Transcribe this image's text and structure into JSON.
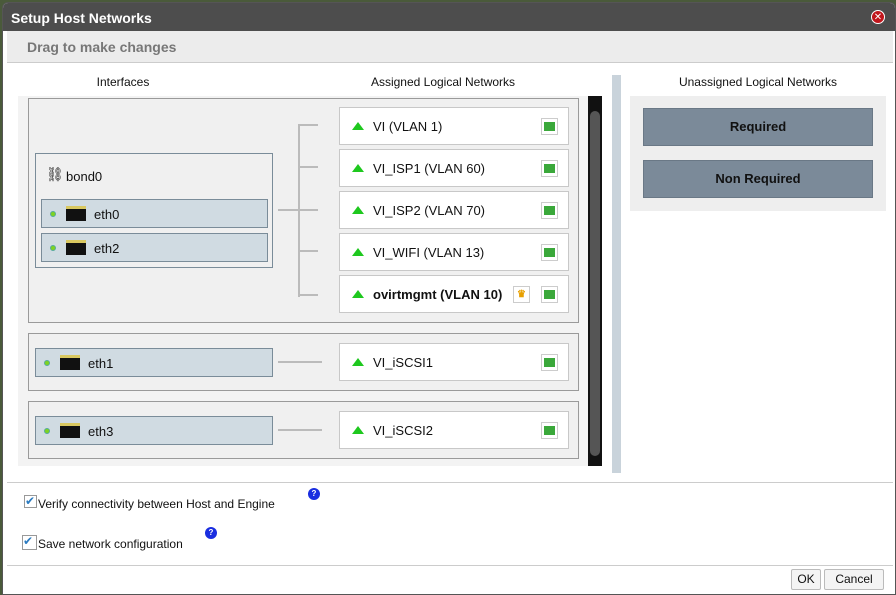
{
  "dialog": {
    "title": "Setup Host Networks",
    "subtitle": "Drag to make changes"
  },
  "columns": {
    "interfaces": "Interfaces",
    "assigned": "Assigned Logical Networks",
    "unassigned": "Unassigned Logical Networks"
  },
  "bond": {
    "name": "bond0",
    "slaves": [
      {
        "name": "eth0",
        "status": "up"
      },
      {
        "name": "eth2",
        "status": "up"
      }
    ],
    "networks": [
      {
        "label": "VI (VLAN 1)"
      },
      {
        "label": "VI_ISP1 (VLAN 60)"
      },
      {
        "label": "VI_ISP2 (VLAN 70)"
      },
      {
        "label": "VI_WIFI (VLAN 13)"
      },
      {
        "label": "ovirtmgmt (VLAN 10)",
        "management": true
      }
    ]
  },
  "nics": [
    {
      "name": "eth1",
      "network": "VI_iSCSI1"
    },
    {
      "name": "eth3",
      "network": "VI_iSCSI2"
    }
  ],
  "unassigned": {
    "required": "Required",
    "non_required": "Non Required"
  },
  "options": {
    "verify": {
      "label": "Verify connectivity between Host and Engine",
      "checked": true
    },
    "save": {
      "label": "Save network configuration",
      "checked": true
    }
  },
  "buttons": {
    "ok": "OK",
    "cancel": "Cancel"
  },
  "colors": {
    "title_bar": "#4d4d4d",
    "network_up": "#1ec81e",
    "nic_bg": "#d0dbe2",
    "unassigned_btn": "#7b8a99"
  }
}
